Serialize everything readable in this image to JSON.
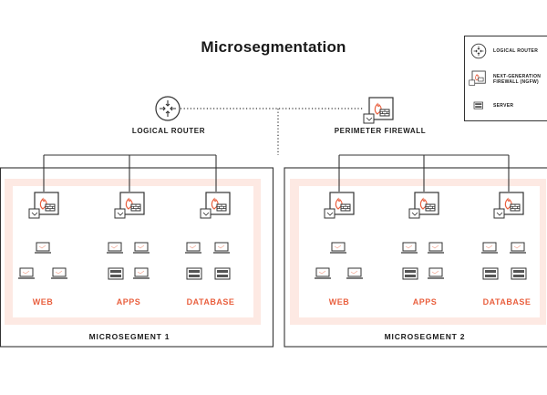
{
  "title": "Microsegmentation",
  "logical_router_label": "LOGICAL ROUTER",
  "perimeter_firewall_label": "PERIMETER FIREWALL",
  "zones": [
    "WEB",
    "APPS",
    "DATABASE"
  ],
  "segments": [
    {
      "label": "MICROSEGMENT 1"
    },
    {
      "label": "MICROSEGMENT 2"
    }
  ],
  "legend": {
    "router": "LOGICAL ROUTER",
    "firewall_line1": "NEXT-GENERATION",
    "firewall_line2": "FIREWALL (NGFW)",
    "server": "SERVER"
  },
  "icons": [
    "router-icon",
    "firewall-icon",
    "server-icon",
    "laptop-icon"
  ],
  "colors": {
    "accent": "#e9603f",
    "zone_fill": "#fde9e3",
    "line": "#333333"
  }
}
